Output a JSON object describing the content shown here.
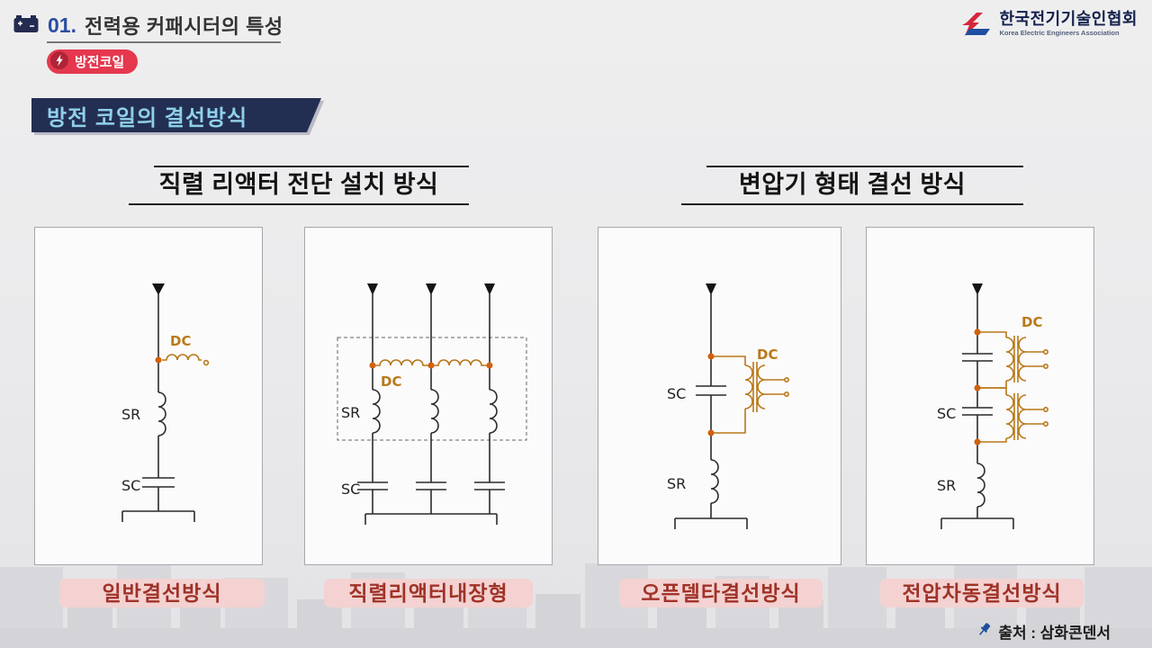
{
  "header": {
    "chapter_no": "01.",
    "chapter_title": "전력용 커패시터의 특성",
    "topic_badge": "방전코일",
    "org_name": "한국전기기술인협회",
    "org_name_en": "Korea Electric Engineers Association"
  },
  "banner": {
    "title": "방전 코일의 결선방식"
  },
  "sections": [
    {
      "title": "직렬 리액터 전단 설치 방식"
    },
    {
      "title": "변압기 형태 결선 방식"
    }
  ],
  "diagrams": [
    {
      "label": "일반결선방식",
      "parts": {
        "dc": "DC",
        "sr": "SR",
        "sc": "SC"
      }
    },
    {
      "label": "직렬리액터내장형",
      "parts": {
        "dc": "DC",
        "sr": "SR",
        "sc": "SC"
      }
    },
    {
      "label": "오픈델타결선방식",
      "parts": {
        "dc": "DC",
        "sr": "SR",
        "sc": "SC"
      }
    },
    {
      "label": "전압차동결선방식",
      "parts": {
        "dc": "DC",
        "sr": "SR",
        "sc": "SC"
      }
    }
  ],
  "footer": {
    "source": "출처 : 삼화콘덴서"
  },
  "colors": {
    "circuit_orange": "#b8791a",
    "node_orange": "#d2600a",
    "banner_bg": "#232f52",
    "banner_text": "#8fd0ea",
    "badge_red": "#e5384e",
    "pill_bg": "#f3d2d1",
    "pill_text": "#a03228",
    "chapter_no_blue": "#2b4ea2",
    "logo_navy": "#13204c",
    "pin_blue": "#1d4f9c"
  }
}
